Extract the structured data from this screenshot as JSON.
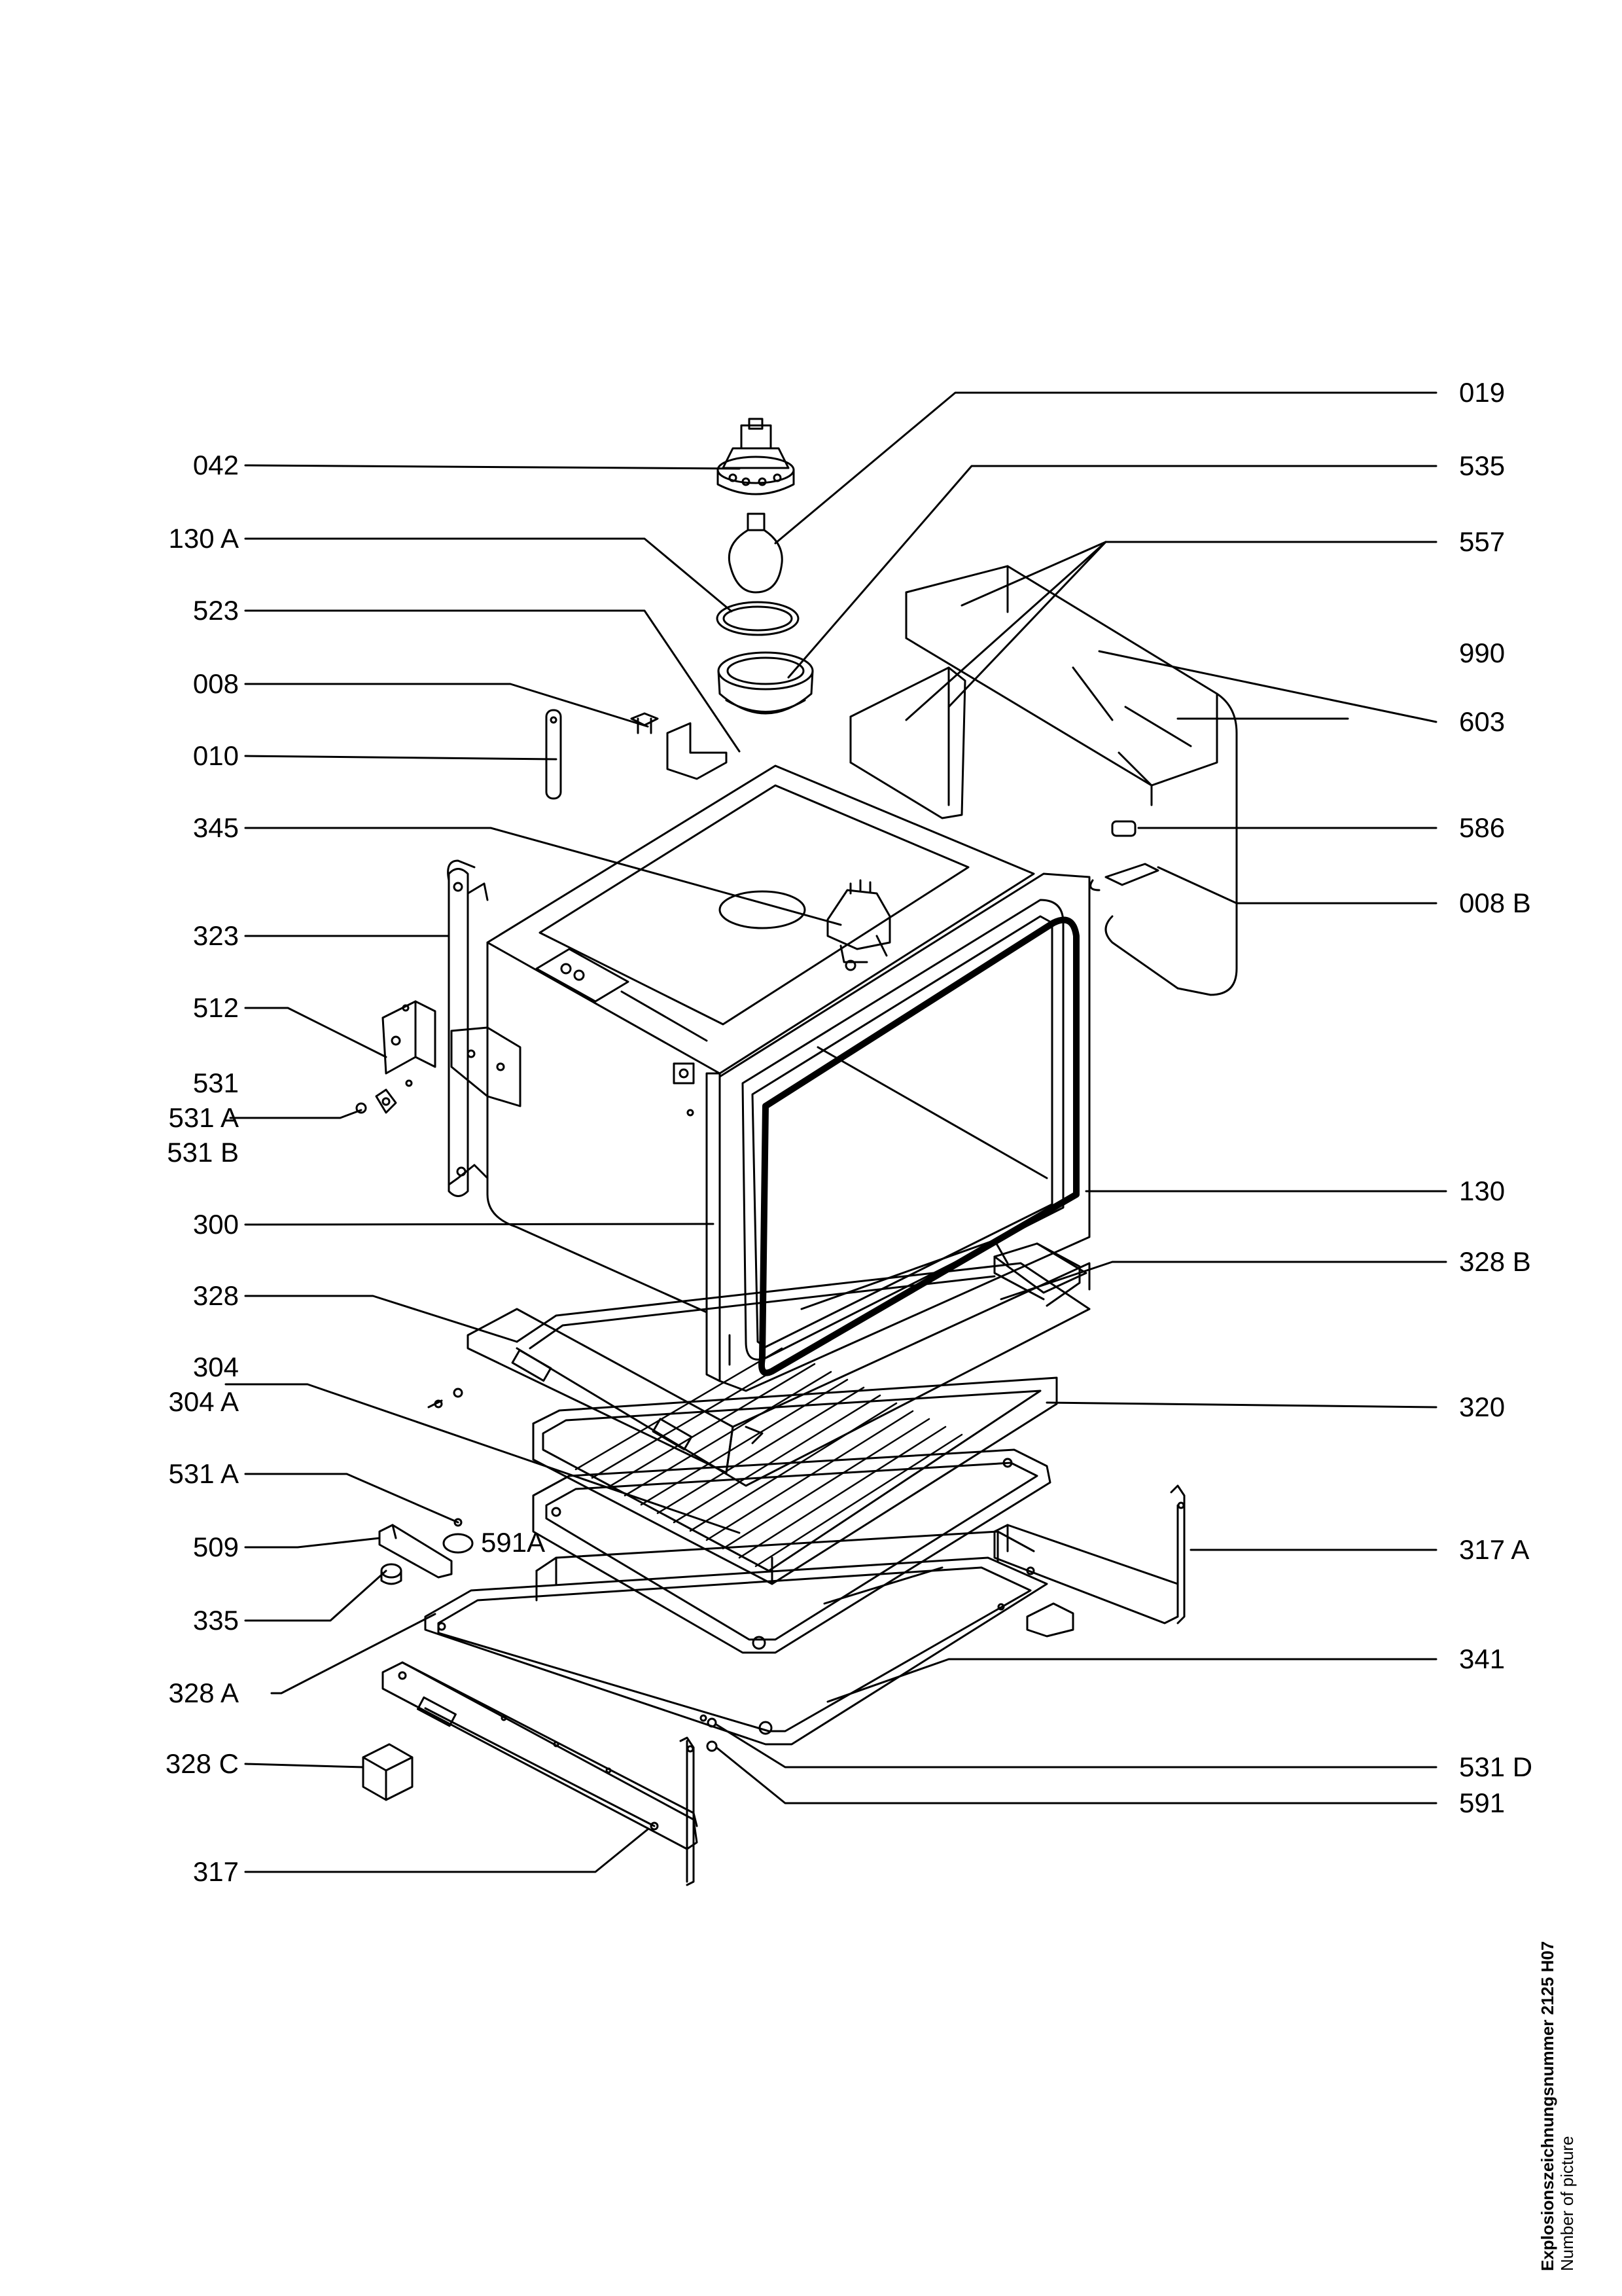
{
  "labels_left": [
    {
      "id": "042",
      "text": "042"
    },
    {
      "id": "130a",
      "text": "130 A"
    },
    {
      "id": "523",
      "text": "523"
    },
    {
      "id": "008",
      "text": "008"
    },
    {
      "id": "010",
      "text": "010"
    },
    {
      "id": "345",
      "text": "345"
    },
    {
      "id": "323",
      "text": "323"
    },
    {
      "id": "512",
      "text": "512"
    },
    {
      "id": "531",
      "text": "531"
    },
    {
      "id": "531a_1",
      "text": "531 A"
    },
    {
      "id": "531b",
      "text": "531 B"
    },
    {
      "id": "300",
      "text": "300"
    },
    {
      "id": "328",
      "text": "328"
    },
    {
      "id": "304",
      "text": "304"
    },
    {
      "id": "304a",
      "text": "304 A"
    },
    {
      "id": "531a_2",
      "text": "531 A"
    },
    {
      "id": "509",
      "text": "509"
    },
    {
      "id": "335",
      "text": "335"
    },
    {
      "id": "328a",
      "text": "328 A"
    },
    {
      "id": "328c",
      "text": "328 C"
    },
    {
      "id": "317",
      "text": "317"
    }
  ],
  "labels_right": [
    {
      "id": "019",
      "text": "019"
    },
    {
      "id": "535",
      "text": "535"
    },
    {
      "id": "557",
      "text": "557"
    },
    {
      "id": "990",
      "text": "990"
    },
    {
      "id": "603",
      "text": "603"
    },
    {
      "id": "586",
      "text": "586"
    },
    {
      "id": "008b",
      "text": "008 B"
    },
    {
      "id": "130",
      "text": "130"
    },
    {
      "id": "328b",
      "text": "328 B"
    },
    {
      "id": "320",
      "text": "320"
    },
    {
      "id": "317a",
      "text": "317 A"
    },
    {
      "id": "341",
      "text": "341"
    },
    {
      "id": "531d",
      "text": "531 D"
    },
    {
      "id": "591",
      "text": "591"
    }
  ],
  "label_inline": {
    "id": "591a",
    "text": "591A"
  },
  "footer": {
    "drawing_number": "Explosionszeichnungsnummer 2125 H07",
    "caption": "Number of picture"
  }
}
